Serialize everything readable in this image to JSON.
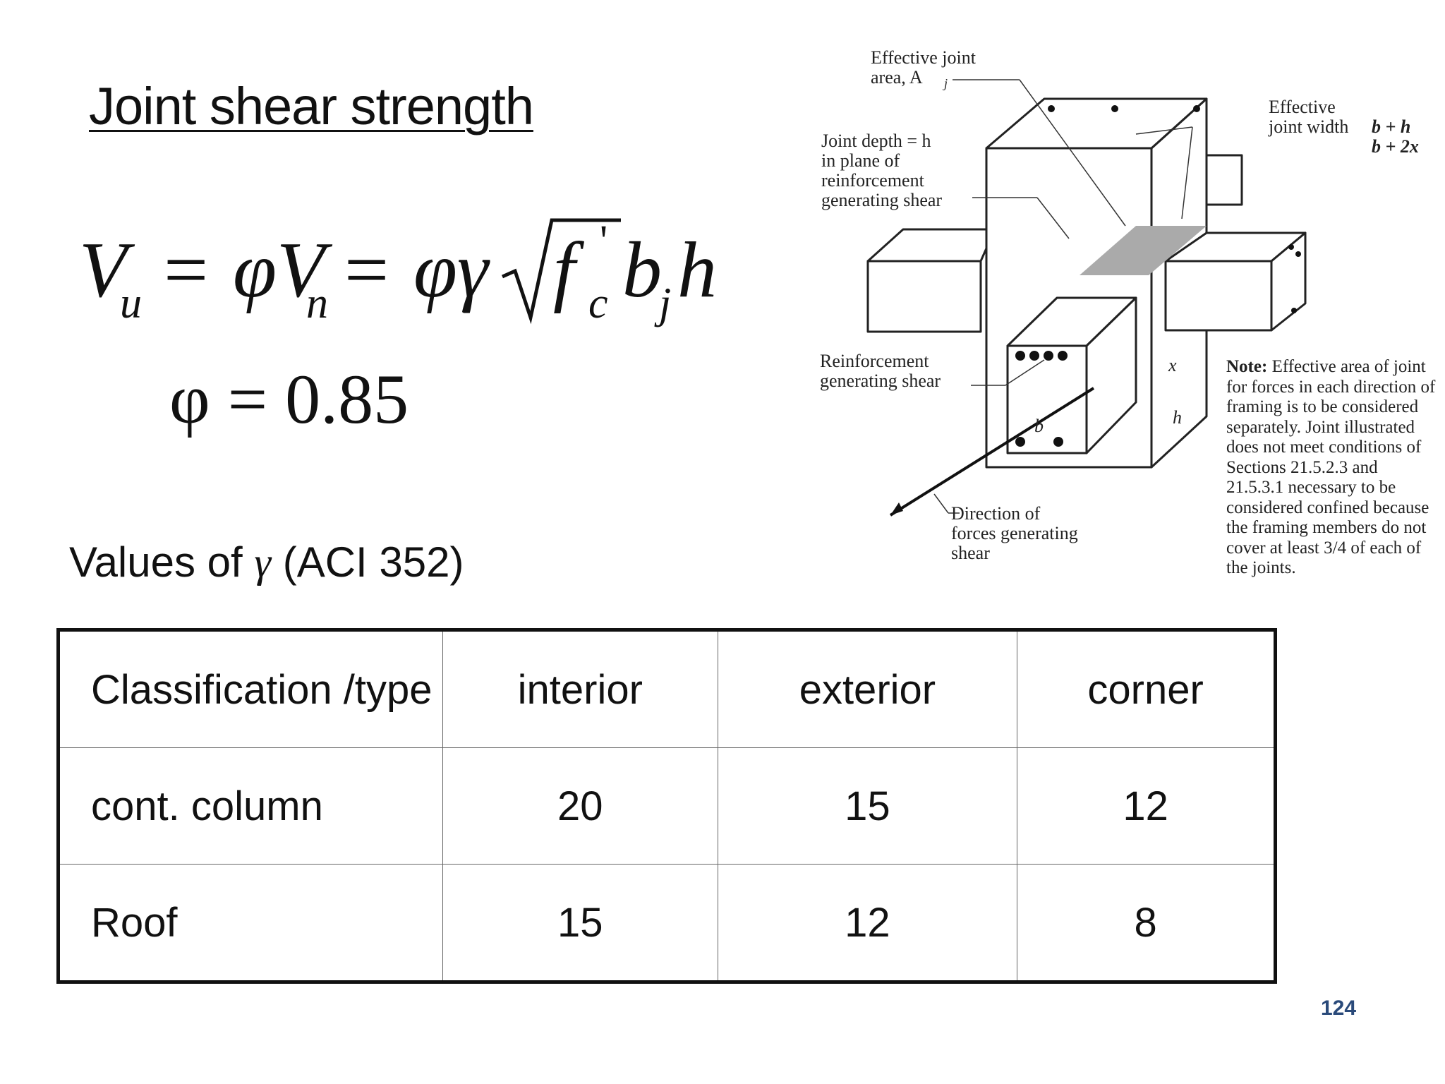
{
  "slide": {
    "title": "Joint shear strength",
    "formula": {
      "lhs_main": "V",
      "lhs_sub": "u",
      "eq1": "=",
      "mid": "φV",
      "mid_sub": "n",
      "eq2": "=",
      "rhs_prefix": "φγ",
      "root_var": "f",
      "root_sub": "c",
      "root_sup": "'",
      "after_root": "b",
      "after_sub": "j",
      "after_tail": "h"
    },
    "phi_line": "φ = 0.85",
    "gamma_line": {
      "prefix": "Values of",
      "symbol": "γ",
      "suffix": "(ACI 352)"
    },
    "page_number": "124"
  },
  "figure": {
    "labels": {
      "effective_joint_area_1": "Effective joint",
      "effective_joint_area_2": "area, A",
      "effective_joint_area_sub": "j",
      "joint_depth_1": "Joint depth = h",
      "joint_depth_2": "in plane of",
      "joint_depth_3": "reinforcement",
      "joint_depth_4": "generating shear",
      "effective_width_1": "Effective",
      "effective_width_2": "joint width",
      "effective_width_3": "b + h",
      "effective_width_4": "b + 2x",
      "reinforcement_1": "Reinforcement",
      "reinforcement_2": "generating shear",
      "direction_1": "Direction of",
      "direction_2": "forces generating",
      "direction_3": "shear",
      "dim_b": "b",
      "dim_x": "x",
      "dim_h": "h"
    },
    "note_bold": "Note:",
    "note_text": "Effective area of joint for forces in each direction of framing is to be considered separately. Joint illustrated does not meet conditions of Sections 21.5.2.3 and 21.5.3.1 necessary to be considered confined because the framing members do not cover at least 3/4 of each of the joints."
  },
  "table": {
    "header": [
      "Classification /type",
      "interior",
      "exterior",
      "corner"
    ],
    "rows": [
      [
        "cont. column",
        "20",
        "15",
        "12"
      ],
      [
        "Roof",
        "15",
        "12",
        "8"
      ]
    ]
  }
}
